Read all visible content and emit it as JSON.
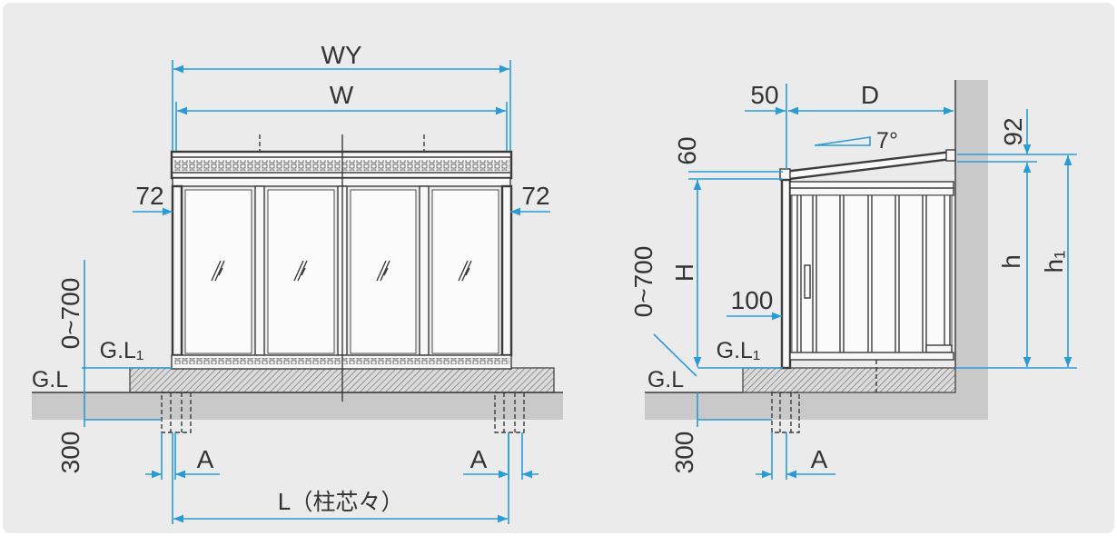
{
  "front_view": {
    "labels": {
      "wy": "WY",
      "w": "W",
      "left_72": "72",
      "right_72": "72",
      "range_0_700": "0~700",
      "gl1": "G.L₁",
      "gl": "G.L",
      "depth_300": "300",
      "a_left": "A",
      "a_right": "A",
      "l": "L（柱芯々）"
    }
  },
  "side_view": {
    "labels": {
      "d50": "50",
      "d": "D",
      "angle": "7°",
      "d60": "60",
      "h_upper": "H",
      "range_0_700": "0~700",
      "d100": "100",
      "gl1": "G.L₁",
      "gl": "G.L",
      "depth_300": "300",
      "a": "A",
      "d92": "92",
      "h": "h",
      "h1": "h₁"
    }
  },
  "colors": {
    "dimension": "#2b9bd6",
    "line": "#3b3b3b",
    "ground": "#c9c9c9",
    "background": "#ebebeb"
  }
}
